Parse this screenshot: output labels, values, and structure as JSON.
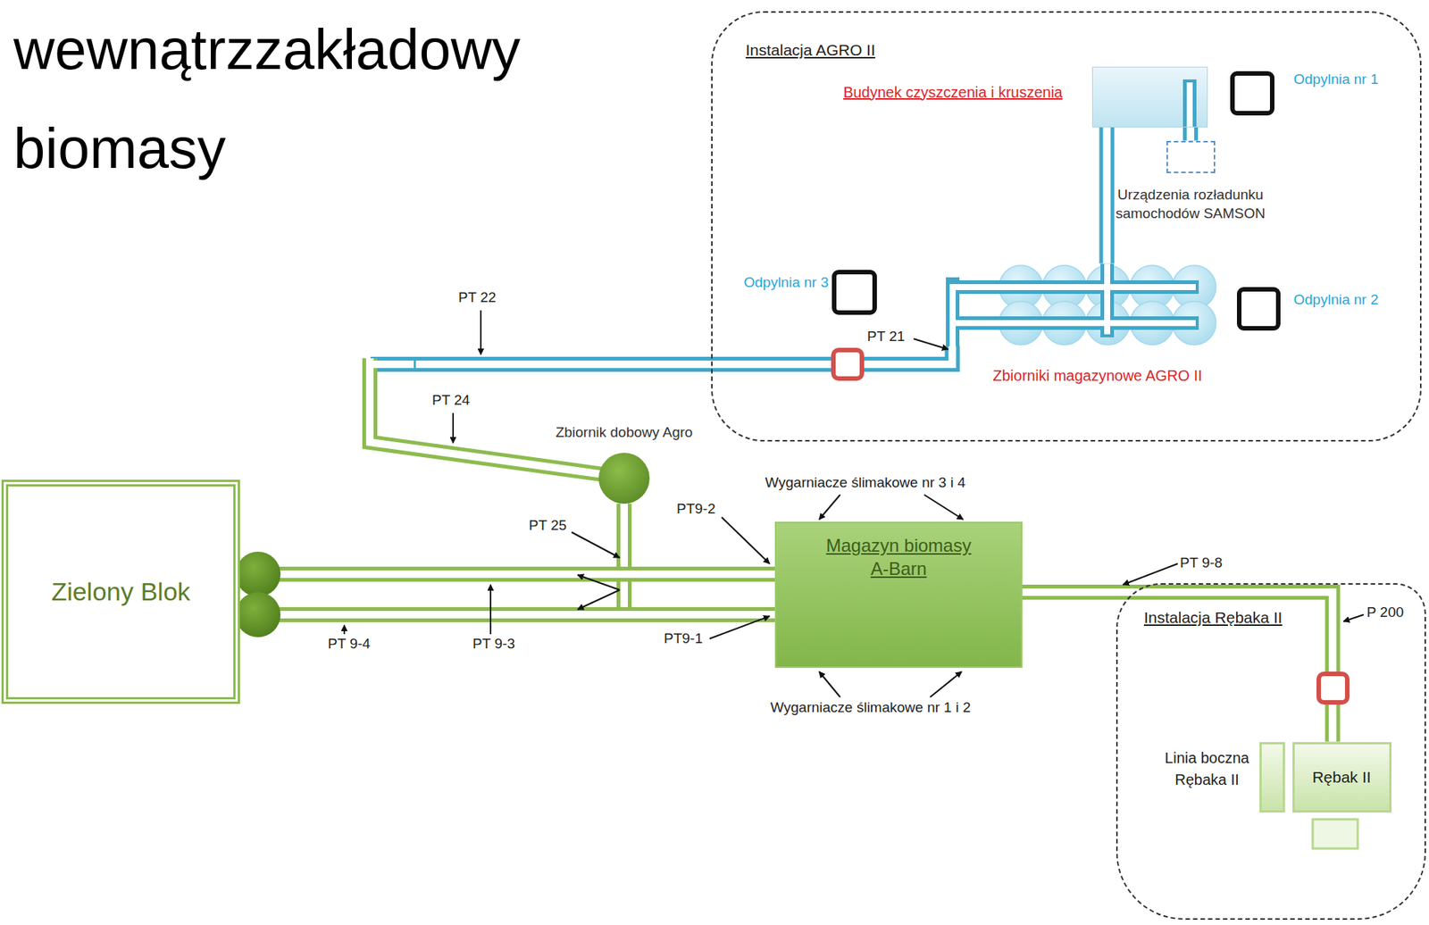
{
  "diagram": {
    "title": "wewnątrzzakładowy biomasy",
    "nodes": [
      {
        "text": [
          "Instalacja AGRO II"
        ]
      },
      {
        "text": [
          "Budynek czyszczenia i kruszenia"
        ],
        "in": 0
      },
      {
        "text": [
          "Odpylnia nr 1"
        ],
        "in": 0
      },
      {
        "text": [
          "Odpylnia nr 3"
        ],
        "in": 0
      },
      {
        "text": [
          "Odpylnia nr 2"
        ],
        "in": 0
      },
      {
        "text": [
          "Zbiorniki magazynowe AGRO II"
        ],
        "in": 0
      },
      {
        "text": [
          "Urządzenia rozładunku samochodów SAMSON"
        ],
        "in": 0
      },
      {
        "text": [
          "Zbiornik dobowy Agro"
        ]
      },
      {
        "text": [
          "Zielony Blok"
        ]
      },
      {
        "text": [
          "Magazyn biomasy A-Barn"
        ]
      },
      {
        "text": [
          "Instalacja Rębaka II"
        ]
      },
      {
        "text": [
          "Rębak II"
        ],
        "in": 10
      },
      {
        "text": [
          "Linia boczna Rębaka II"
        ],
        "in": 10
      }
    ],
    "edges": [
      {
        "from": 6,
        "to": 1,
        "arrow": "none"
      },
      {
        "from": 1,
        "to": 5,
        "arrow": "none"
      },
      {
        "from": 5,
        "to": 7,
        "arrow": "none"
      },
      {
        "from": 7,
        "to": 8,
        "arrow": "none"
      },
      {
        "from": 9,
        "to": 8,
        "arrow": "none"
      },
      {
        "from": 9,
        "to": 8,
        "arrow": "none"
      },
      {
        "from": 11,
        "to": 9,
        "arrow": "none"
      }
    ],
    "labels": [
      "PT 22",
      "PT 21",
      "PT 24",
      "Wygarniacze ślimakowe nr 3 i 4",
      "PT9-2",
      "PT 25",
      "PT 9-8",
      "P 200",
      "PT9-1",
      "PT 9-4",
      "PT 9-3",
      "Wygarniacze ślimakowe nr 1 i 2"
    ]
  }
}
